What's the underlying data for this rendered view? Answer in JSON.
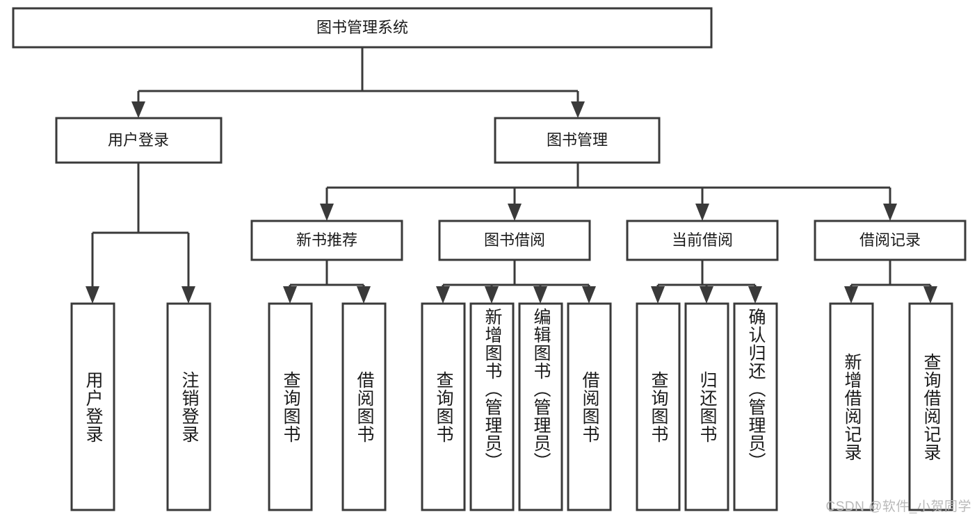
{
  "diagram": {
    "type": "tree-hierarchy",
    "title": "图书管理系统",
    "root": {
      "id": "root",
      "label": "图书管理系统"
    },
    "level1": [
      {
        "id": "user-login",
        "label": "用户登录"
      },
      {
        "id": "book-manage",
        "label": "图书管理"
      }
    ],
    "level2": [
      {
        "id": "new-book-recommend",
        "label": "新书推荐",
        "parent": "book-manage"
      },
      {
        "id": "book-borrow",
        "label": "图书借阅",
        "parent": "book-manage"
      },
      {
        "id": "current-borrow",
        "label": "当前借阅",
        "parent": "book-manage"
      },
      {
        "id": "borrow-record",
        "label": "借阅记录",
        "parent": "book-manage"
      }
    ],
    "leaves": [
      {
        "id": "leaf-user-login",
        "label": "用户登录",
        "parent": "user-login"
      },
      {
        "id": "leaf-logout",
        "label": "注销登录",
        "parent": "user-login"
      },
      {
        "id": "leaf-query-book-1",
        "label": "查询图书",
        "parent": "new-book-recommend"
      },
      {
        "id": "leaf-borrow-book-1",
        "label": "借阅图书",
        "parent": "new-book-recommend"
      },
      {
        "id": "leaf-query-book-2",
        "label": "查询图书",
        "parent": "book-borrow"
      },
      {
        "id": "leaf-add-book",
        "label": "新增图书（管理员）",
        "parent": "book-borrow"
      },
      {
        "id": "leaf-edit-book",
        "label": "编辑图书（管理员）",
        "parent": "book-borrow"
      },
      {
        "id": "leaf-borrow-book-2",
        "label": "借阅图书",
        "parent": "book-borrow"
      },
      {
        "id": "leaf-query-book-3",
        "label": "查询图书",
        "parent": "current-borrow"
      },
      {
        "id": "leaf-return-book",
        "label": "归还图书",
        "parent": "current-borrow"
      },
      {
        "id": "leaf-confirm-return",
        "label": "确认归还（管理员）",
        "parent": "current-borrow"
      },
      {
        "id": "leaf-add-record",
        "label": "新增借阅记录",
        "parent": "borrow-record"
      },
      {
        "id": "leaf-query-record",
        "label": "查询借阅记录",
        "parent": "borrow-record"
      }
    ],
    "colors": {
      "stroke": "#3a3a3a",
      "fill": "#ffffff",
      "text": "#1a1a1a",
      "watermark": "#b9b9b9"
    }
  },
  "watermark": {
    "text": "CSDN @软件_小贺同学"
  }
}
